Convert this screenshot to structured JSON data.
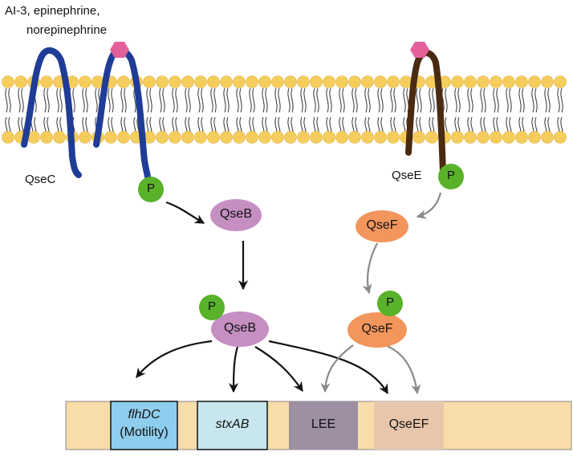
{
  "ligand_label": {
    "line1": "AI-3, epinephrine,",
    "line2": "norepinephrine"
  },
  "receptors": {
    "qsec": "QseC",
    "qsee": "QseE"
  },
  "phospho_label": "P",
  "proteins": {
    "qseb": "QseB",
    "qsef": "QseF"
  },
  "genes": {
    "flhdc_name": "flhDC",
    "flhdc_note": "(Motility)",
    "stxab": "stxAB",
    "lee": "LEE",
    "qseef": "QseEF"
  },
  "colors": {
    "membrane_head": "#f5cd5c",
    "qsec": "#1f3d96",
    "qsee": "#4a2a10",
    "ligand": "#e3609b",
    "phospho": "#59b22a",
    "qseb": "#c58fc2",
    "qsef": "#f2965e",
    "dna_strip": "#f8dcaa",
    "flhdc_box": "#8fcdee",
    "stxab_box": "#c7e6ee",
    "lee_box": "#9d8ea2",
    "qseef_box": "#e8c6ab",
    "arrow_black": "#111111",
    "arrow_gray": "#8a8a8a"
  }
}
